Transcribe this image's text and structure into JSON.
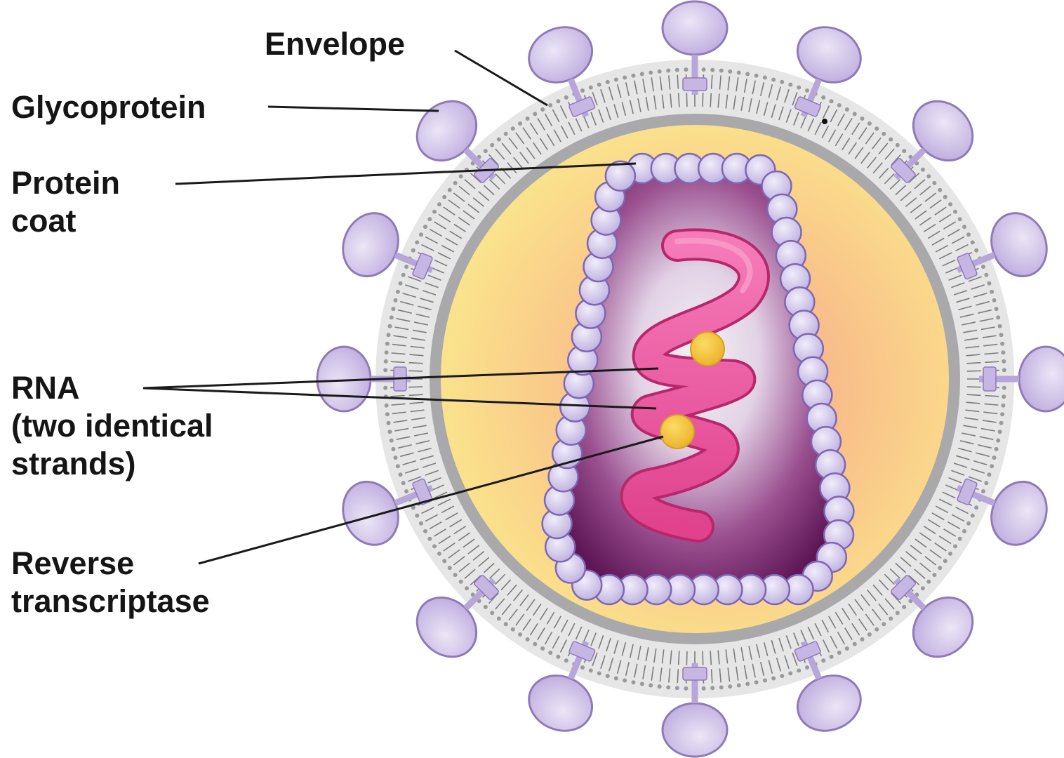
{
  "labels": {
    "envelope": "Envelope",
    "glycoprotein": "Glycoprotein",
    "protein_coat": [
      "Protein",
      "coat"
    ],
    "rna": [
      "RNA",
      "(two identical",
      "strands)"
    ],
    "reverse_transcriptase": [
      "Reverse",
      "transcriptase"
    ]
  },
  "colors": {
    "glycoprotein_fill": "#cfc2e6",
    "glycoprotein_stroke": "#8f7ab8",
    "envelope_bilayer": "#e6e6e6",
    "matrix_ring": "#a9a9ab",
    "interior_yellow": "#fbe88a",
    "capsid_purple": "#6b1f62",
    "capsomere_fill": "#d2c8ea",
    "rna_pink": "#ea4f9a",
    "reverse_transcriptase_gold": "#f2be2c",
    "label_text": "#151515"
  }
}
